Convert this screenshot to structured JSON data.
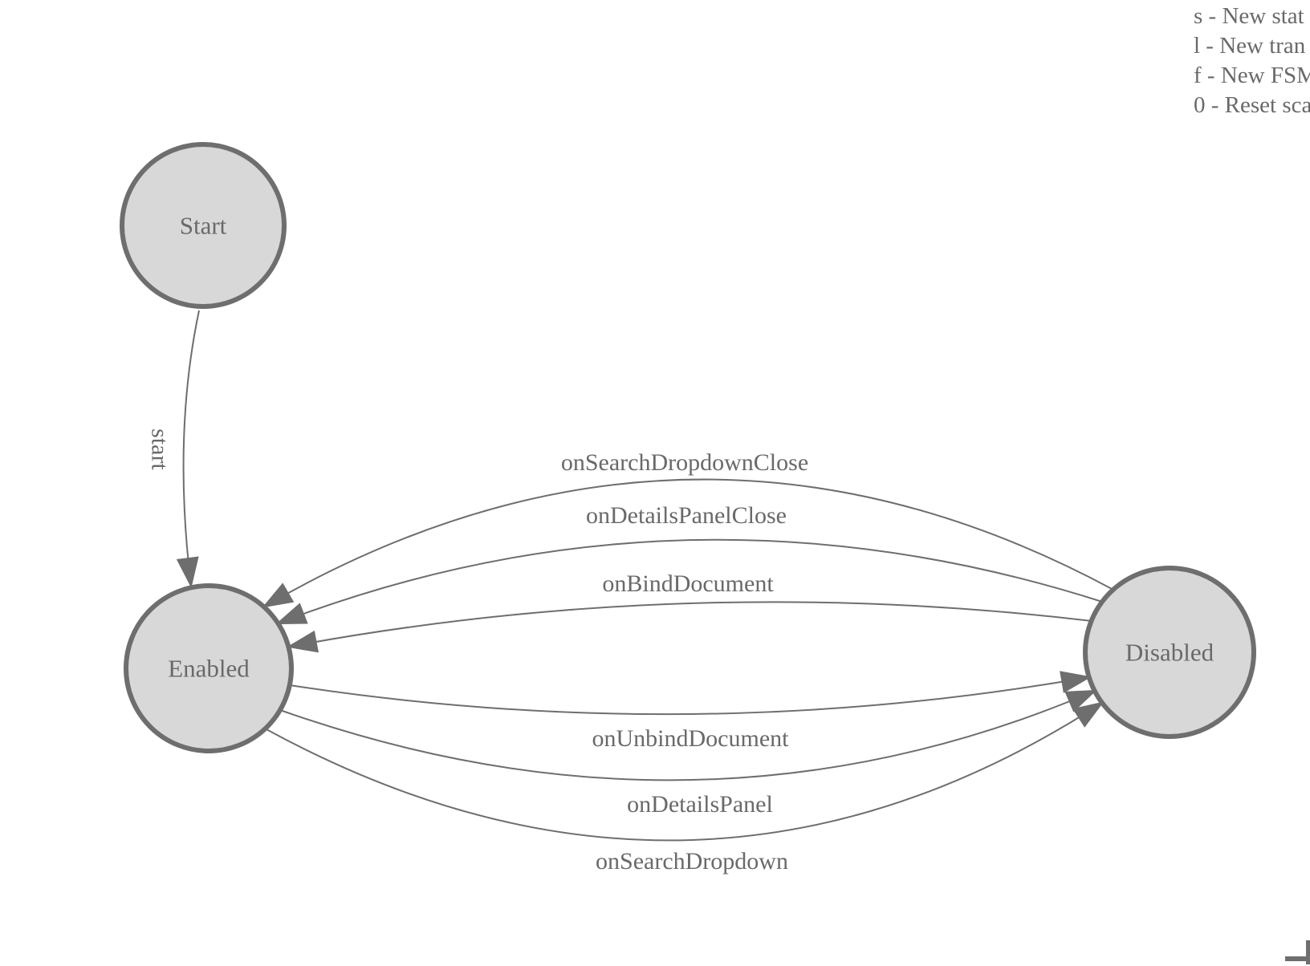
{
  "legend": {
    "lines": [
      "s - New stat",
      "l - New tran",
      "f - New FSM",
      "0 - Reset sca"
    ]
  },
  "states": [
    {
      "label": "Start"
    },
    {
      "label": "Enabled"
    },
    {
      "label": "Disabled"
    }
  ],
  "transitions": [
    {
      "label": "start",
      "from": "Start",
      "to": "Enabled"
    },
    {
      "label": "onSearchDropdownClose",
      "from": "Disabled",
      "to": "Enabled"
    },
    {
      "label": "onDetailsPanelClose",
      "from": "Disabled",
      "to": "Enabled"
    },
    {
      "label": "onBindDocument",
      "from": "Disabled",
      "to": "Enabled"
    },
    {
      "label": "onUnbindDocument",
      "from": "Enabled",
      "to": "Disabled"
    },
    {
      "label": "onDetailsPanel",
      "from": "Enabled",
      "to": "Disabled"
    },
    {
      "label": "onSearchDropdown",
      "from": "Enabled",
      "to": "Disabled"
    }
  ],
  "colors": {
    "state_fill": "#d8d8d8",
    "stroke": "#6e6e6e",
    "text": "#696969"
  }
}
